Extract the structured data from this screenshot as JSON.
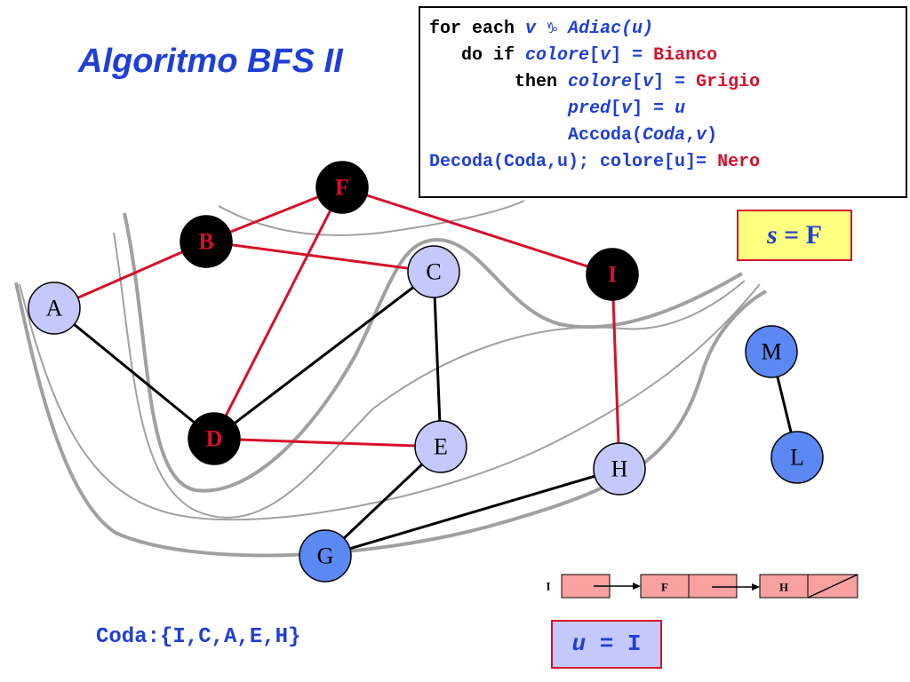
{
  "title": "Algoritmo BFS II",
  "code": {
    "line1": {
      "a": "for each ",
      "b": "v",
      "c": " ♑ ",
      "d": "Adiac(u)"
    },
    "line2": {
      "a": "   do if ",
      "b": "colore",
      "c": "[",
      "d": "v",
      "e": "] = ",
      "f": "Bianco"
    },
    "line3": {
      "a": "        then ",
      "b": "colore",
      "c": "[",
      "d": "v",
      "e": "] = ",
      "f": "Grigio"
    },
    "line4": {
      "a": "             ",
      "b": "pred",
      "c": "[",
      "d": "v",
      "e": "] = ",
      "f": "u"
    },
    "line5": {
      "a": "             ",
      "b": "Accoda(",
      "c": "Coda",
      "d": ",",
      "e": "v",
      "f": ")"
    },
    "line6": {
      "a": "Decoda(Coda,u); colore[u]= ",
      "b": "Nero"
    }
  },
  "source": {
    "s": "s",
    "eq": " = ",
    "value": "F"
  },
  "current": {
    "u": "u",
    "eq": " = ",
    "value": "I"
  },
  "queue": "Coda:{I,C,A,E,H}",
  "colors": {
    "white_node": "#c4c8fb",
    "black_node": "#000000",
    "unreached_node": "#5b88f3",
    "tree_edge": "#d6102a",
    "plain_edge": "#000000",
    "frontier_curve": "#a0a0a0",
    "list_cell": "#f9a0a0"
  },
  "graph": {
    "nodes": [
      {
        "id": "A",
        "state": "white"
      },
      {
        "id": "B",
        "state": "black"
      },
      {
        "id": "C",
        "state": "white"
      },
      {
        "id": "D",
        "state": "black"
      },
      {
        "id": "E",
        "state": "white"
      },
      {
        "id": "F",
        "state": "black"
      },
      {
        "id": "G",
        "state": "unreached"
      },
      {
        "id": "H",
        "state": "white"
      },
      {
        "id": "I",
        "state": "black"
      },
      {
        "id": "L",
        "state": "unreached"
      },
      {
        "id": "M",
        "state": "unreached"
      }
    ],
    "edges": [
      {
        "from": "A",
        "to": "B",
        "tree": true
      },
      {
        "from": "B",
        "to": "F",
        "tree": true
      },
      {
        "from": "B",
        "to": "C",
        "tree": true
      },
      {
        "from": "F",
        "to": "I",
        "tree": true
      },
      {
        "from": "F",
        "to": "D",
        "tree": true
      },
      {
        "from": "D",
        "to": "E",
        "tree": true
      },
      {
        "from": "I",
        "to": "H",
        "tree": true
      },
      {
        "from": "A",
        "to": "D",
        "tree": false
      },
      {
        "from": "D",
        "to": "C",
        "tree": false
      },
      {
        "from": "C",
        "to": "E",
        "tree": false
      },
      {
        "from": "E",
        "to": "G",
        "tree": false
      },
      {
        "from": "G",
        "to": "H",
        "tree": false
      },
      {
        "from": "M",
        "to": "L",
        "tree": false
      }
    ]
  },
  "adjacency_list": {
    "head": "I",
    "cells": [
      "F",
      "H"
    ]
  }
}
